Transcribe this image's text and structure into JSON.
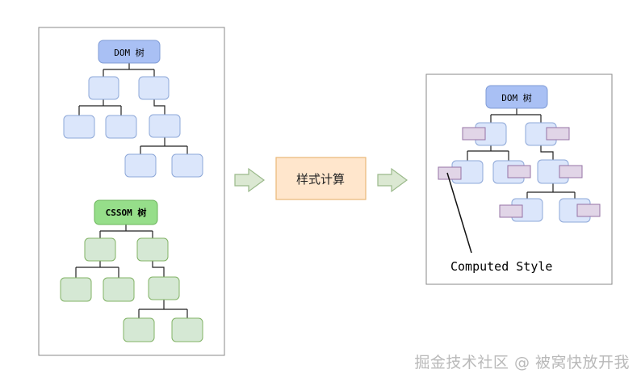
{
  "diagram": {
    "dom_tree_label": "DOM 树",
    "cssom_tree_label": "CSSOM 树",
    "process_label": "样式计算",
    "result_tree_label": "DOM 树",
    "annotation": "Computed Style"
  },
  "watermark": "掘金技术社区 @ 被窝快放开我",
  "colors": {
    "dom_node_fill": "#dbe6fb",
    "dom_node_stroke": "#8ea8d8",
    "dom_root_fill": "#a9c0f4",
    "cssom_node_fill": "#d5e8d4",
    "cssom_node_stroke": "#82b366",
    "cssom_root_fill": "#96de8a",
    "process_fill": "#ffe6cc",
    "process_stroke": "#e9b877",
    "style_badge_fill": "#e1d5e7",
    "style_badge_stroke": "#9673a6",
    "arrow_fill": "#dbe8d2",
    "arrow_stroke": "#9ab98a"
  }
}
